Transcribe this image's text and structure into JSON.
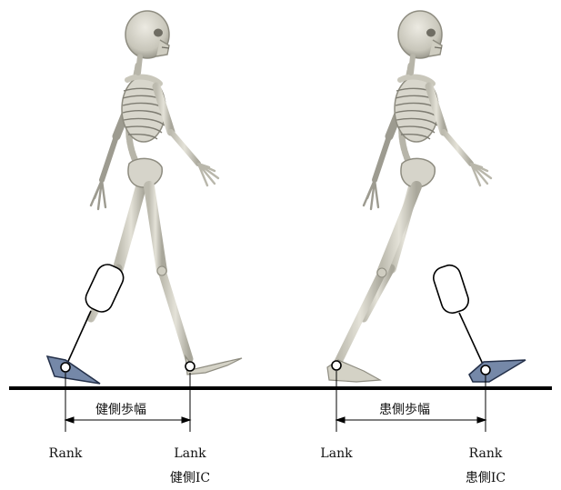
{
  "left_panel": {
    "step_label": "健側歩幅",
    "start_marker": "Rank",
    "end_marker": "Lank",
    "end_marker_note": "健側IC"
  },
  "right_panel": {
    "step_label": "患側歩幅",
    "start_marker": "Lank",
    "end_marker": "Rank",
    "end_marker_note": "患側IC"
  },
  "colors": {
    "bone": "#d4d2c6",
    "bone_shadow": "#8e8c80",
    "orthosis_fill": "#7588a8",
    "ground": "#000000"
  }
}
